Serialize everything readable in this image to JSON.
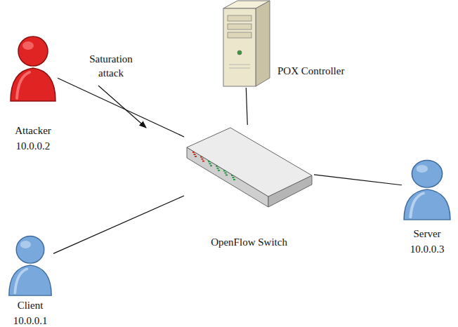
{
  "diagram": {
    "nodes": [
      {
        "text": [
          "POX Controller"
        ]
      },
      {
        "text": [
          "Attacker",
          "10.0.0.2"
        ]
      },
      {
        "text": [
          "Server",
          "10.0.0.3"
        ]
      },
      {
        "text": [
          "OpenFlow Switch"
        ]
      },
      {
        "text": [
          "Client",
          "10.0.0.1"
        ]
      }
    ],
    "edges": [
      {
        "from": 1,
        "to": 3,
        "arrow": "none"
      },
      {
        "from": 0,
        "to": 3,
        "arrow": "none"
      },
      {
        "from": 3,
        "to": 2,
        "arrow": "none"
      },
      {
        "from": 4,
        "to": 3,
        "arrow": "none"
      }
    ],
    "labels": [
      "Saturation attack"
    ]
  }
}
